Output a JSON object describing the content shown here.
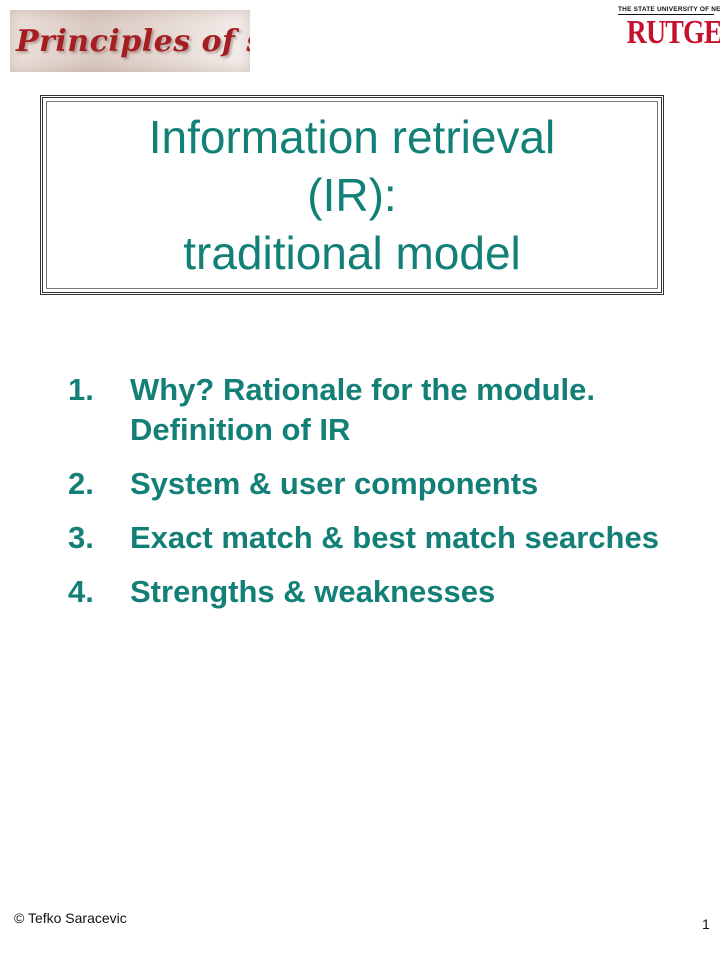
{
  "header": {
    "logo_text": "Principles of searching",
    "university_tagline": "THE STATE UNIVERSITY OF NEW JERSEY",
    "university_name": "RUTGERS"
  },
  "title": {
    "line1": "Information retrieval",
    "line2": "(IR):",
    "line3": "traditional model"
  },
  "items": [
    {
      "num": "1.",
      "text": "Why? Rationale for the module. Definition of IR"
    },
    {
      "num": "2.",
      "text": "System & user components"
    },
    {
      "num": "3.",
      "text": "Exact match & best match searches"
    },
    {
      "num": "4.",
      "text": "Strengths & weaknesses"
    }
  ],
  "footer": {
    "copyright": "© Tefko Saracevic",
    "page_number": "1"
  },
  "colors": {
    "accent_teal": "#138078",
    "rutgers_red": "#c8102e",
    "logo_red": "#a41e22"
  }
}
